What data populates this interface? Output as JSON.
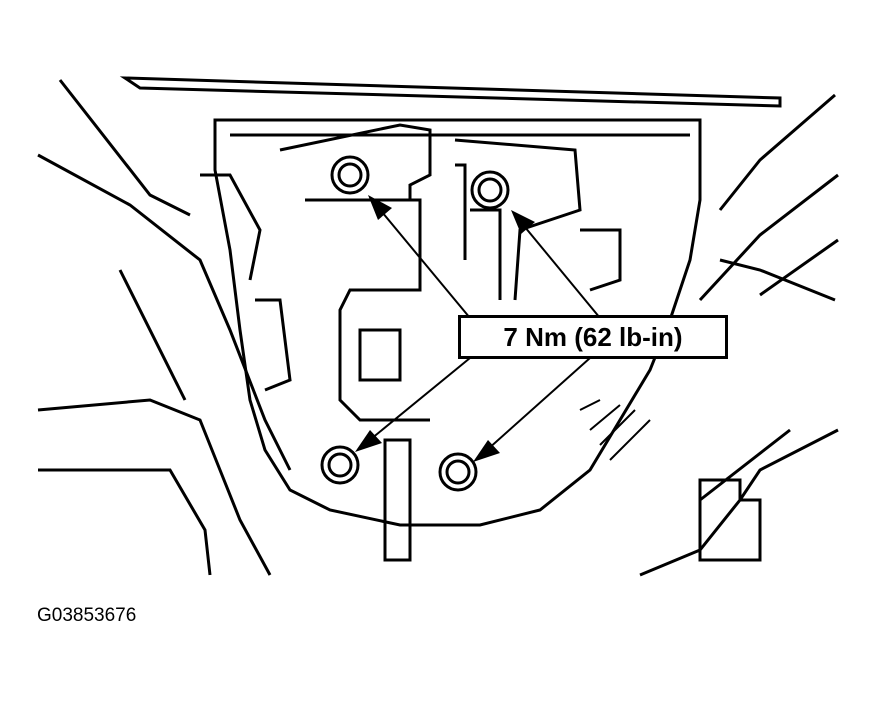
{
  "diagram": {
    "type": "technical line-art illustration",
    "subject": "four mounting bolts around center console / shifter assembly",
    "callout": {
      "label": "7 Nm (62 lb-in)",
      "points_to": [
        "upper-left bolt",
        "upper-right bolt",
        "lower-left bolt",
        "lower-right bolt"
      ]
    },
    "figure_id": "G03853676",
    "colors": {
      "line": "#000000",
      "background": "#ffffff"
    }
  }
}
